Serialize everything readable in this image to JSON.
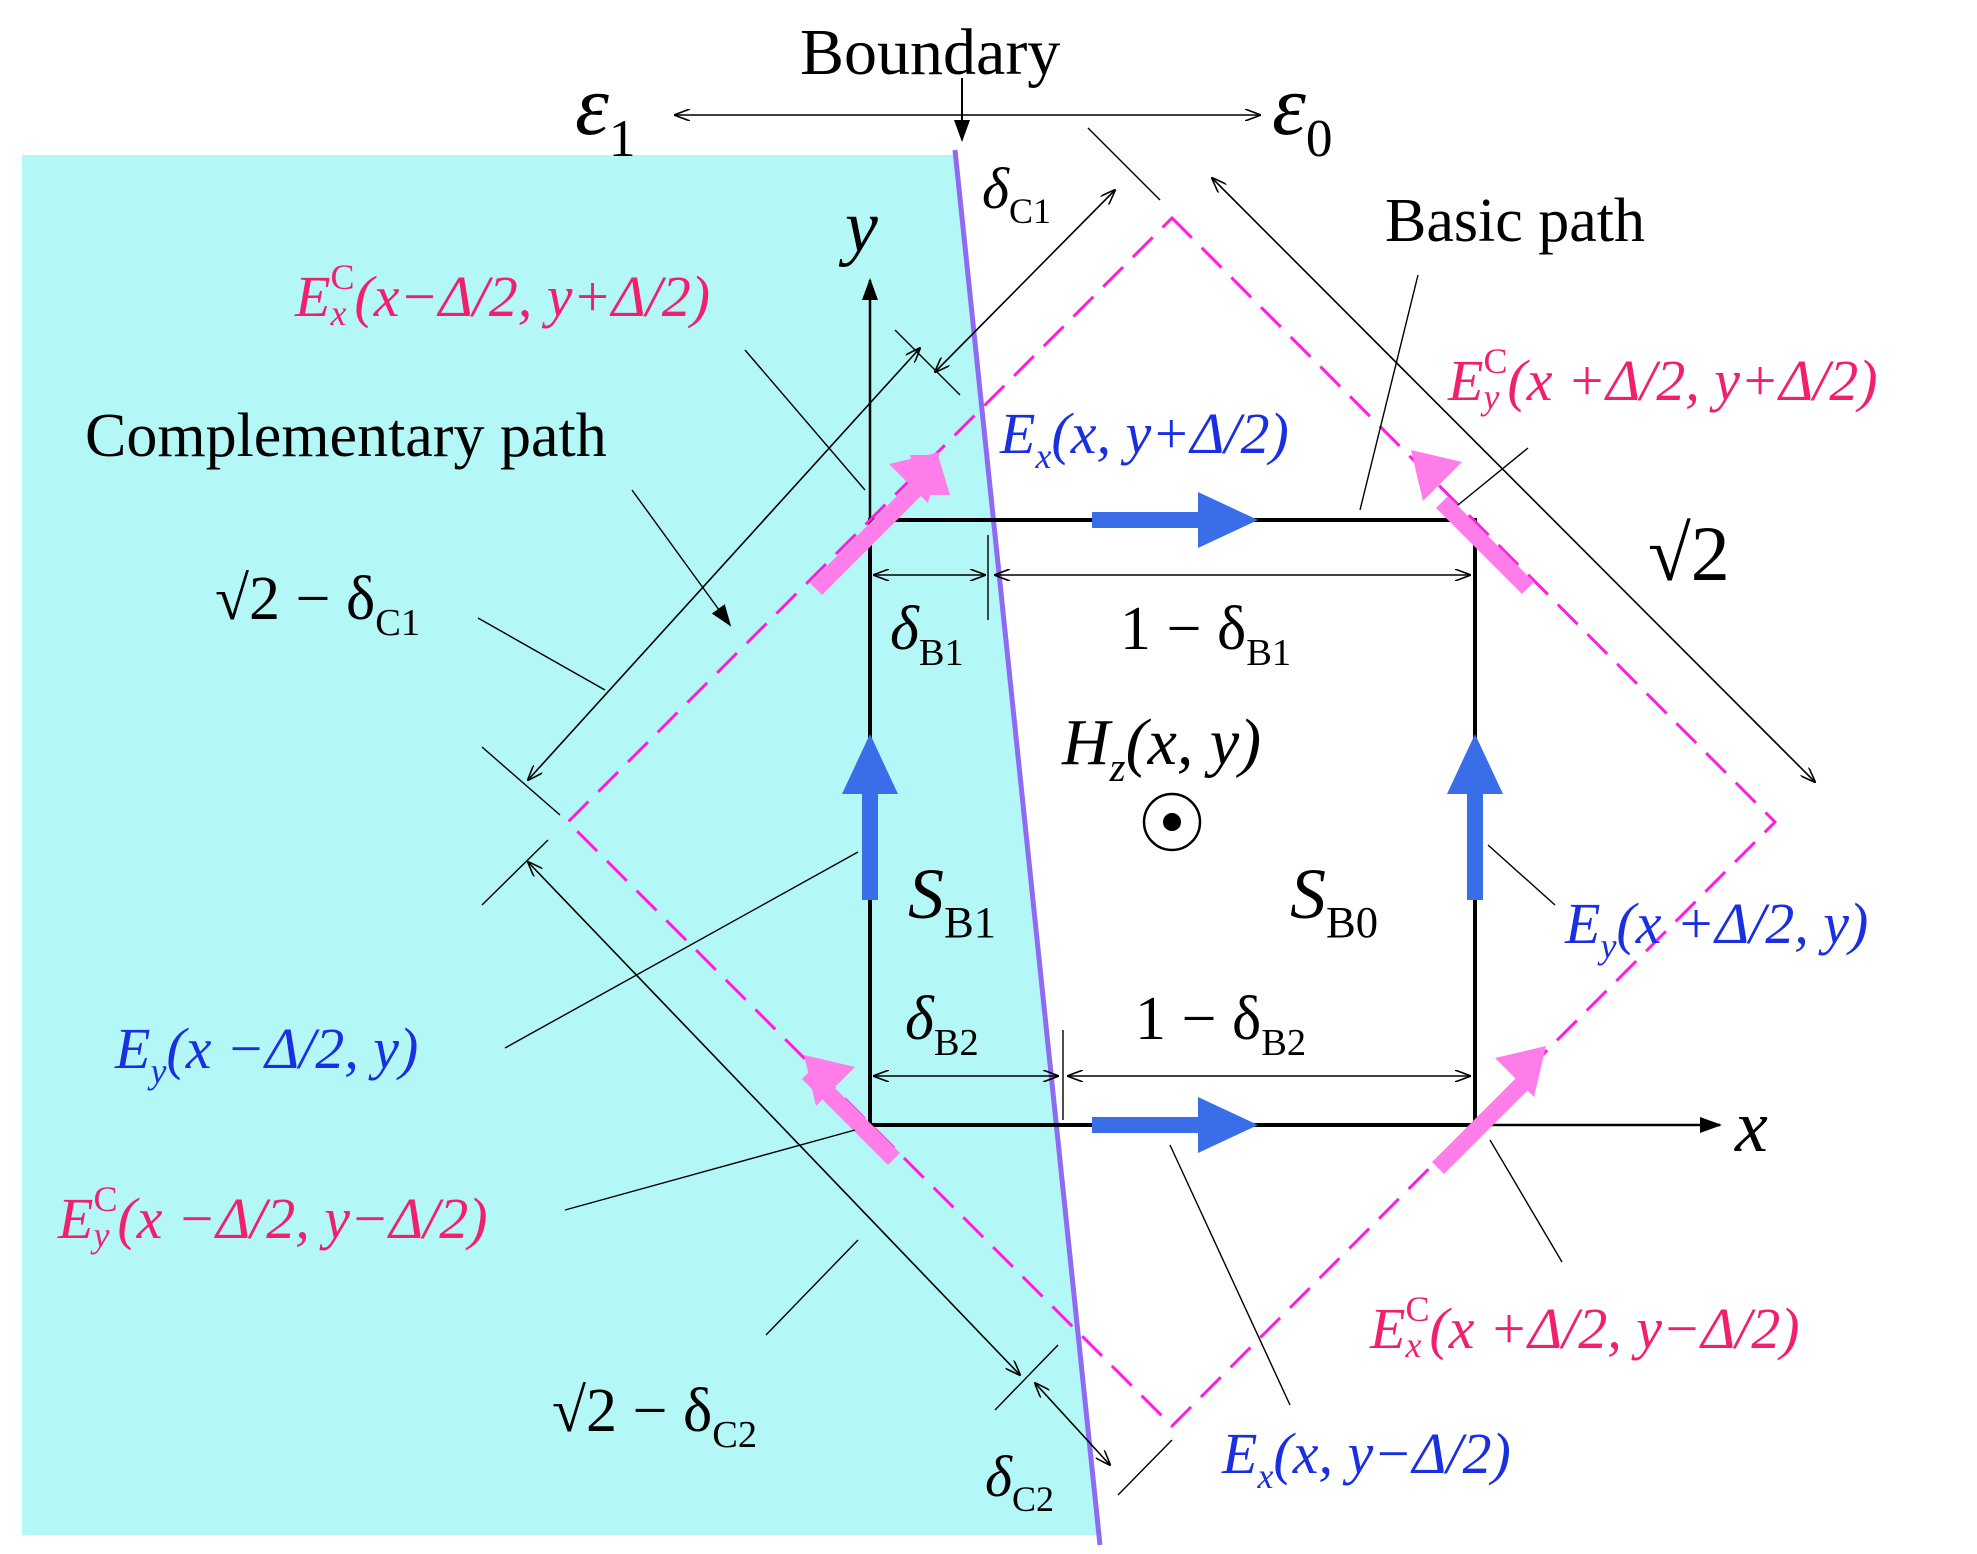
{
  "colors": {
    "medium1_fill": "#b3f7f7",
    "boundary_line": "#8e6bf2",
    "basic_path": "#000000",
    "complementary_path": "#ff1ee0",
    "basic_arrows": "#3a6ee8",
    "complementary_arrows": "#ff7de8",
    "blue_labels": "#1a2fe0",
    "magenta_labels": "#f0206e"
  },
  "media": {
    "eps1": {
      "symbol": "ε",
      "index": "1"
    },
    "eps0": {
      "symbol": "ε",
      "index": "0"
    }
  },
  "labels": {
    "boundary": "Boundary",
    "basic_path": "Basic path",
    "complementary_path": "Complementary path",
    "axis_x": "x",
    "axis_y": "y",
    "sqrt2": "√2",
    "hz": {
      "main": "H",
      "sub": "z",
      "args": "(x, y)"
    },
    "sb1": {
      "main": "S",
      "sub": "B1"
    },
    "sb0": {
      "main": "S",
      "sub": "B0"
    }
  },
  "dimensions": {
    "delta_c1": {
      "main": "δ",
      "sub": "C1"
    },
    "delta_c2": {
      "main": "δ",
      "sub": "C2"
    },
    "delta_b1": {
      "main": "δ",
      "sub": "B1"
    },
    "delta_b2": {
      "main": "δ",
      "sub": "B2"
    },
    "one_minus_b1": {
      "prefix": "1 − δ",
      "sub": "B1"
    },
    "one_minus_b2": {
      "prefix": "1 − δ",
      "sub": "B2"
    },
    "sqrt2_minus_c1": {
      "prefix": "√2 − δ",
      "sub": "C1"
    },
    "sqrt2_minus_c2": {
      "prefix": "√2 − δ",
      "sub": "C2"
    }
  },
  "fields": {
    "ex_top": {
      "main": "E",
      "sub": "x",
      "args": "(x, y+Δ/2)"
    },
    "ex_bottom": {
      "main": "E",
      "sub": "x",
      "args": "(x, y−Δ/2)"
    },
    "ey_left": {
      "main": "E",
      "sub": "y",
      "args": "(x −Δ/2, y)"
    },
    "ey_right": {
      "main": "E",
      "sub": "y",
      "args": "(x +Δ/2, y)"
    },
    "exc_topleft": {
      "main": "E",
      "sup": "C",
      "sub": "x",
      "args": "(x−Δ/2, y+Δ/2)"
    },
    "eyc_topright": {
      "main": "E",
      "sup": "C",
      "sub": "y",
      "args": "(x +Δ/2, y+Δ/2)"
    },
    "eyc_bottomleft": {
      "main": "E",
      "sup": "C",
      "sub": "y",
      "args": "(x −Δ/2, y−Δ/2)"
    },
    "exc_bottomright": {
      "main": "E",
      "sup": "C",
      "sub": "x",
      "args": "(x +Δ/2, y−Δ/2)"
    }
  }
}
